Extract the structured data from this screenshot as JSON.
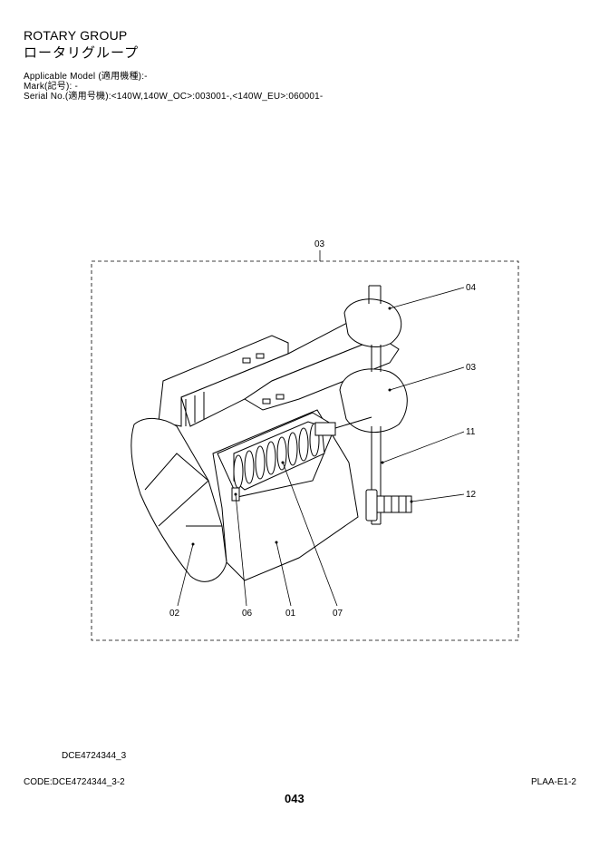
{
  "header": {
    "title": "ROTARY GROUP",
    "title_jp": "ロータリグループ",
    "applicable_model": "Applicable Model (適用機種):-",
    "mark": "Mark(記号): -",
    "serial_no": "Serial No.(適用号機):<140W,140W_OC>:003001-,<140W_EU>:060001-"
  },
  "diagram": {
    "callouts": {
      "group": "03",
      "c04": "04",
      "c03": "03",
      "c11": "11",
      "c12": "12",
      "c02": "02",
      "c06": "06",
      "c01": "01",
      "c07": "07"
    }
  },
  "footer": {
    "drawing_id": "DCE4724344_3",
    "code": "CODE:DCE4724344_3-2",
    "sheet": "PLAA-E1-2",
    "page_number": "043"
  }
}
